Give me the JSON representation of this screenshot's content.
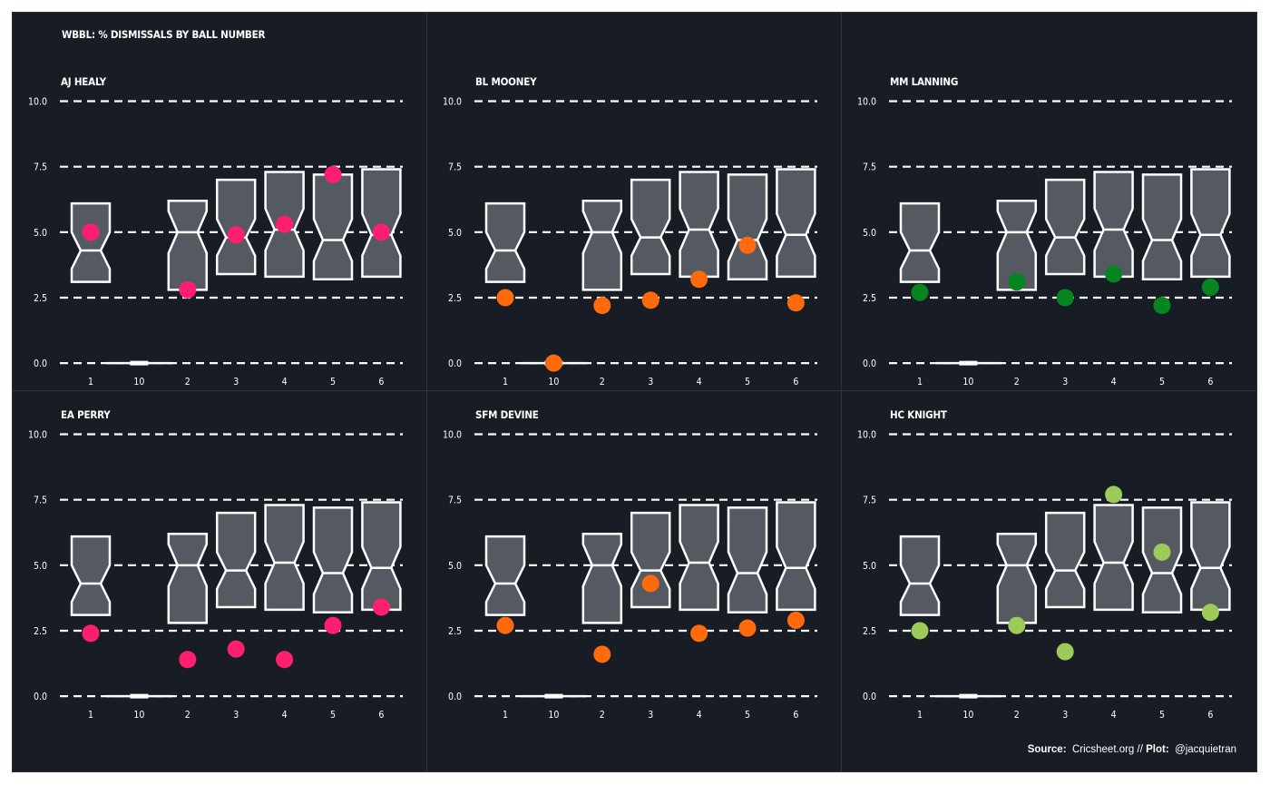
{
  "title": "WBBL: % DISMISSALS BY BALL NUMBER",
  "caption": {
    "source_label": "Source:",
    "source_value": "Cricsheet.org",
    "separator": " // ",
    "plot_label": "Plot:",
    "plot_value": "@jacquietran"
  },
  "chart_data": [
    {
      "type": "box",
      "title": "AJ HEALY",
      "categories": [
        "1",
        "10",
        "2",
        "3",
        "4",
        "5",
        "6"
      ],
      "y_ticks": [
        "0.0",
        "2.5",
        "5.0",
        "7.5",
        "10.0"
      ],
      "ylim": [
        -1.0,
        11.3
      ],
      "grid": true,
      "box_summary": [
        {
          "q1": 3.1,
          "median": 4.3,
          "q3": 6.1,
          "notch_low": 3.6,
          "notch_high": 5.0
        },
        {
          "q1": 0.0,
          "median": 0.0,
          "q3": 0.0,
          "notch_low": 0.0,
          "notch_high": 0.0
        },
        {
          "q1": 2.8,
          "median": 5.0,
          "q3": 6.2,
          "notch_low": 4.2,
          "notch_high": 5.8
        },
        {
          "q1": 3.4,
          "median": 4.8,
          "q3": 7.0,
          "notch_low": 4.1,
          "notch_high": 5.5
        },
        {
          "q1": 3.3,
          "median": 5.1,
          "q3": 7.3,
          "notch_low": 4.3,
          "notch_high": 5.9
        },
        {
          "q1": 3.2,
          "median": 4.7,
          "q3": 7.2,
          "notch_low": 3.9,
          "notch_high": 5.5
        },
        {
          "q1": 3.3,
          "median": 4.9,
          "q3": 7.4,
          "notch_low": 4.1,
          "notch_high": 5.7
        }
      ],
      "player_values": [
        5.0,
        null,
        2.8,
        4.9,
        5.3,
        7.2,
        5.0
      ],
      "point_color": "#ff1f6e"
    },
    {
      "type": "box",
      "title": "BL MOONEY",
      "categories": [
        "1",
        "10",
        "2",
        "3",
        "4",
        "5",
        "6"
      ],
      "y_ticks": [
        "0.0",
        "2.5",
        "5.0",
        "7.5",
        "10.0"
      ],
      "ylim": [
        -1.0,
        11.3
      ],
      "grid": true,
      "box_summary": [
        {
          "q1": 3.1,
          "median": 4.3,
          "q3": 6.1,
          "notch_low": 3.6,
          "notch_high": 5.0
        },
        {
          "q1": 0.0,
          "median": 0.0,
          "q3": 0.0,
          "notch_low": 0.0,
          "notch_high": 0.0
        },
        {
          "q1": 2.8,
          "median": 5.0,
          "q3": 6.2,
          "notch_low": 4.2,
          "notch_high": 5.8
        },
        {
          "q1": 3.4,
          "median": 4.8,
          "q3": 7.0,
          "notch_low": 4.1,
          "notch_high": 5.5
        },
        {
          "q1": 3.3,
          "median": 5.1,
          "q3": 7.3,
          "notch_low": 4.3,
          "notch_high": 5.9
        },
        {
          "q1": 3.2,
          "median": 4.7,
          "q3": 7.2,
          "notch_low": 3.9,
          "notch_high": 5.5
        },
        {
          "q1": 3.3,
          "median": 4.9,
          "q3": 7.4,
          "notch_low": 4.1,
          "notch_high": 5.7
        }
      ],
      "player_values": [
        2.5,
        0.0,
        2.2,
        2.4,
        3.2,
        4.5,
        2.3
      ],
      "point_color": "#ff6a0d"
    },
    {
      "type": "box",
      "title": "MM LANNING",
      "categories": [
        "1",
        "10",
        "2",
        "3",
        "4",
        "5",
        "6"
      ],
      "y_ticks": [
        "0.0",
        "2.5",
        "5.0",
        "7.5",
        "10.0"
      ],
      "ylim": [
        -1.0,
        11.3
      ],
      "grid": true,
      "box_summary": [
        {
          "q1": 3.1,
          "median": 4.3,
          "q3": 6.1,
          "notch_low": 3.6,
          "notch_high": 5.0
        },
        {
          "q1": 0.0,
          "median": 0.0,
          "q3": 0.0,
          "notch_low": 0.0,
          "notch_high": 0.0
        },
        {
          "q1": 2.8,
          "median": 5.0,
          "q3": 6.2,
          "notch_low": 4.2,
          "notch_high": 5.8
        },
        {
          "q1": 3.4,
          "median": 4.8,
          "q3": 7.0,
          "notch_low": 4.1,
          "notch_high": 5.5
        },
        {
          "q1": 3.3,
          "median": 5.1,
          "q3": 7.3,
          "notch_low": 4.3,
          "notch_high": 5.9
        },
        {
          "q1": 3.2,
          "median": 4.7,
          "q3": 7.2,
          "notch_low": 3.9,
          "notch_high": 5.5
        },
        {
          "q1": 3.3,
          "median": 4.9,
          "q3": 7.4,
          "notch_low": 4.1,
          "notch_high": 5.7
        }
      ],
      "player_values": [
        2.7,
        null,
        3.1,
        2.5,
        3.4,
        2.2,
        2.9
      ],
      "point_color": "#04851f"
    },
    {
      "type": "box",
      "title": "EA PERRY",
      "categories": [
        "1",
        "10",
        "2",
        "3",
        "4",
        "5",
        "6"
      ],
      "y_ticks": [
        "0.0",
        "2.5",
        "5.0",
        "7.5",
        "10.0"
      ],
      "ylim": [
        -1.0,
        11.3
      ],
      "grid": true,
      "box_summary": [
        {
          "q1": 3.1,
          "median": 4.3,
          "q3": 6.1,
          "notch_low": 3.6,
          "notch_high": 5.0
        },
        {
          "q1": 0.0,
          "median": 0.0,
          "q3": 0.0,
          "notch_low": 0.0,
          "notch_high": 0.0
        },
        {
          "q1": 2.8,
          "median": 5.0,
          "q3": 6.2,
          "notch_low": 4.2,
          "notch_high": 5.8
        },
        {
          "q1": 3.4,
          "median": 4.8,
          "q3": 7.0,
          "notch_low": 4.1,
          "notch_high": 5.5
        },
        {
          "q1": 3.3,
          "median": 5.1,
          "q3": 7.3,
          "notch_low": 4.3,
          "notch_high": 5.9
        },
        {
          "q1": 3.2,
          "median": 4.7,
          "q3": 7.2,
          "notch_low": 3.9,
          "notch_high": 5.5
        },
        {
          "q1": 3.3,
          "median": 4.9,
          "q3": 7.4,
          "notch_low": 4.1,
          "notch_high": 5.7
        }
      ],
      "player_values": [
        2.4,
        null,
        1.4,
        1.8,
        1.4,
        2.7,
        3.4
      ],
      "point_color": "#ff1f6e"
    },
    {
      "type": "box",
      "title": "SFM DEVINE",
      "categories": [
        "1",
        "10",
        "2",
        "3",
        "4",
        "5",
        "6"
      ],
      "y_ticks": [
        "0.0",
        "2.5",
        "5.0",
        "7.5",
        "10.0"
      ],
      "ylim": [
        -1.0,
        11.3
      ],
      "grid": true,
      "box_summary": [
        {
          "q1": 3.1,
          "median": 4.3,
          "q3": 6.1,
          "notch_low": 3.6,
          "notch_high": 5.0
        },
        {
          "q1": 0.0,
          "median": 0.0,
          "q3": 0.0,
          "notch_low": 0.0,
          "notch_high": 0.0
        },
        {
          "q1": 2.8,
          "median": 5.0,
          "q3": 6.2,
          "notch_low": 4.2,
          "notch_high": 5.8
        },
        {
          "q1": 3.4,
          "median": 4.8,
          "q3": 7.0,
          "notch_low": 4.1,
          "notch_high": 5.5
        },
        {
          "q1": 3.3,
          "median": 5.1,
          "q3": 7.3,
          "notch_low": 4.3,
          "notch_high": 5.9
        },
        {
          "q1": 3.2,
          "median": 4.7,
          "q3": 7.2,
          "notch_low": 3.9,
          "notch_high": 5.5
        },
        {
          "q1": 3.3,
          "median": 4.9,
          "q3": 7.4,
          "notch_low": 4.1,
          "notch_high": 5.7
        }
      ],
      "player_values": [
        2.7,
        null,
        1.6,
        4.3,
        2.4,
        2.6,
        2.9
      ],
      "point_color": "#ff6a0d"
    },
    {
      "type": "box",
      "title": "HC KNIGHT",
      "categories": [
        "1",
        "10",
        "2",
        "3",
        "4",
        "5",
        "6"
      ],
      "y_ticks": [
        "0.0",
        "2.5",
        "5.0",
        "7.5",
        "10.0"
      ],
      "ylim": [
        -1.0,
        11.3
      ],
      "grid": true,
      "box_summary": [
        {
          "q1": 3.1,
          "median": 4.3,
          "q3": 6.1,
          "notch_low": 3.6,
          "notch_high": 5.0
        },
        {
          "q1": 0.0,
          "median": 0.0,
          "q3": 0.0,
          "notch_low": 0.0,
          "notch_high": 0.0
        },
        {
          "q1": 2.8,
          "median": 5.0,
          "q3": 6.2,
          "notch_low": 4.2,
          "notch_high": 5.8
        },
        {
          "q1": 3.4,
          "median": 4.8,
          "q3": 7.0,
          "notch_low": 4.1,
          "notch_high": 5.5
        },
        {
          "q1": 3.3,
          "median": 5.1,
          "q3": 7.3,
          "notch_low": 4.3,
          "notch_high": 5.9
        },
        {
          "q1": 3.2,
          "median": 4.7,
          "q3": 7.2,
          "notch_low": 3.9,
          "notch_high": 5.5
        },
        {
          "q1": 3.3,
          "median": 4.9,
          "q3": 7.4,
          "notch_low": 4.1,
          "notch_high": 5.7
        }
      ],
      "player_values": [
        2.5,
        null,
        2.7,
        1.7,
        7.7,
        5.5,
        3.2
      ],
      "point_color": "#9ccb5a"
    }
  ],
  "colors": {
    "background": "#171c25",
    "box_fill": "#555a62",
    "box_stroke": "#ffffff",
    "grid": "#ffffff",
    "text": "#ffffff"
  }
}
